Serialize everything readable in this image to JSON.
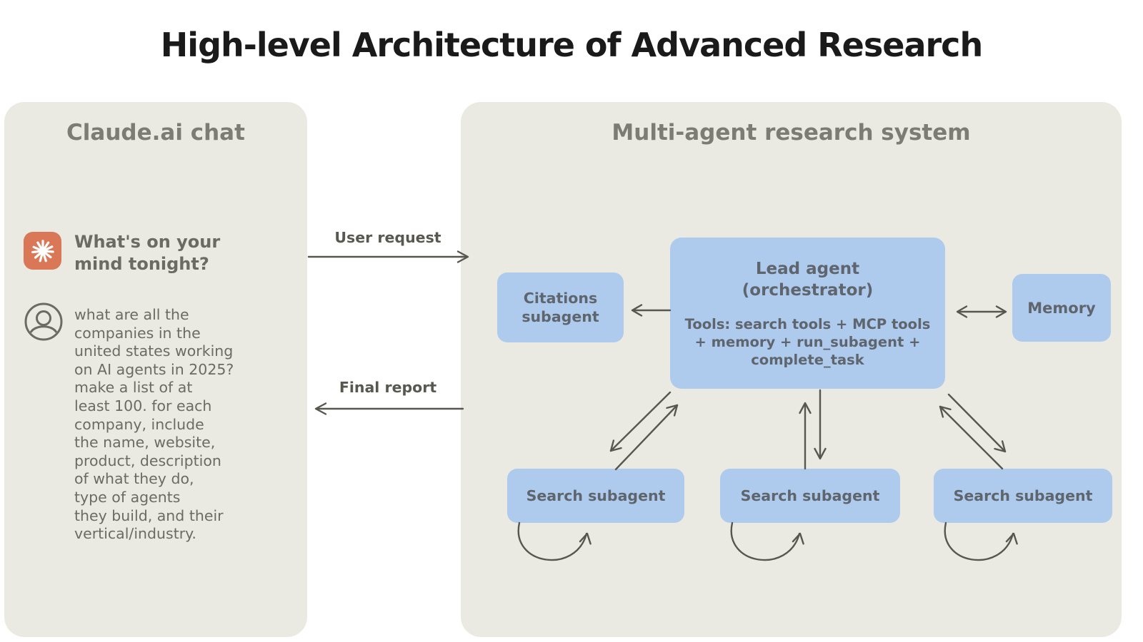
{
  "title": "High-level Architecture of Advanced Research",
  "left_panel": {
    "heading": "Claude.ai chat",
    "prompt_greeting": "What's on your mind tonight?",
    "user_query": "what are all the\ncompanies in the\nunited states working\non AI agents in 2025?\nmake a list of at\nleast 100. for each\ncompany, include\nthe name, website,\nproduct, description\nof what they do,\ntype of agents\nthey build, and their\nvertical/industry.",
    "icons": {
      "claude_icon": "claude-spark-icon",
      "user_icon": "user-avatar-icon"
    }
  },
  "flow": {
    "request_label": "User request",
    "report_label": "Final report"
  },
  "right_panel": {
    "heading": "Multi-agent research system",
    "citations_box": "Citations\nsubagent",
    "lead_box": {
      "title": "Lead agent\n(orchestrator)",
      "tools": "Tools: search tools + MCP tools + memory + run_subagent + complete_task"
    },
    "memory_box": "Memory",
    "search_agents": [
      "Search subagent",
      "Search subagent",
      "Search subagent"
    ]
  },
  "colors": {
    "panel_beige": "#EBEAE2",
    "box_blue": "#AECBEE",
    "claude_coral": "#D97757",
    "arrow_gray": "#57564F",
    "title_black": "#1A1A1A",
    "text_gray": "#6B6B64"
  }
}
